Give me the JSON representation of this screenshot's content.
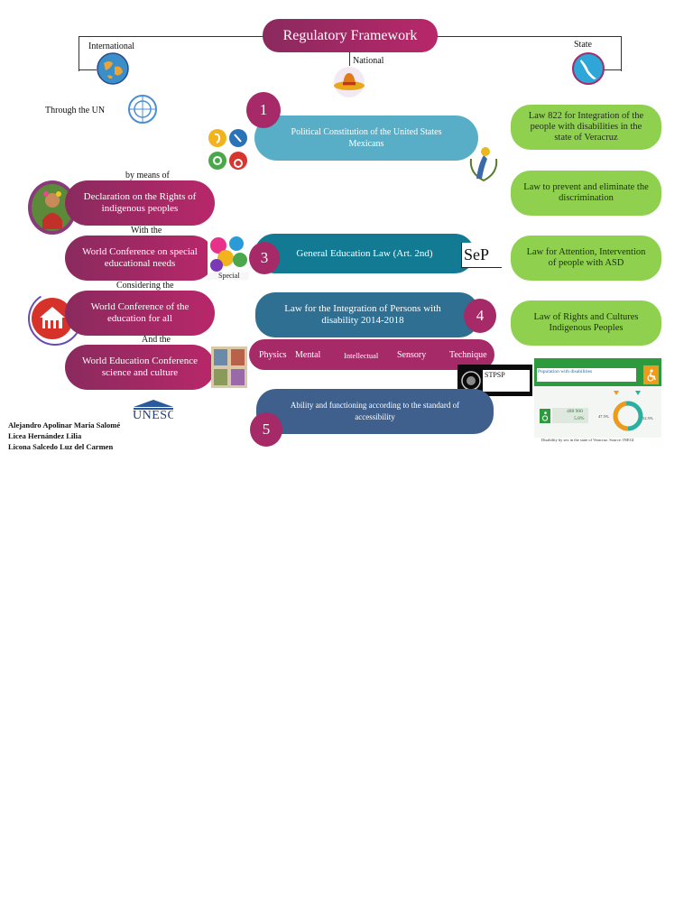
{
  "title": "Regulatory Framework",
  "levels": {
    "international": "International",
    "national": "National",
    "state": "State"
  },
  "left": {
    "through_un": "Through the UN",
    "by_means_of": "by means of",
    "with_the": "With the",
    "considering_the": "Considering the",
    "and_the": "And the",
    "items": [
      "Declaration on the Rights of indigenous peoples",
      "World Conference on special educational needs",
      "World Conference of the education for all",
      "World Education Conference science and culture"
    ]
  },
  "center": {
    "items": [
      {
        "number": "1",
        "text": "Political Constitution of the United States Mexicans"
      },
      {
        "number": "3",
        "text": "General Education Law (Art. 2nd)"
      },
      {
        "number": "4",
        "text": "Law for the Integration of Persons with disability 2014-2018"
      },
      {
        "number": "5",
        "text": "Ability and functioning according to the standard of accessibility"
      }
    ],
    "disability_types": [
      "Physics",
      "Mental",
      "Intellectual",
      "Sensory",
      "Technique"
    ]
  },
  "right": {
    "items": [
      "Law 822 for Integration of the people with disabilities in the state of Veracruz",
      "Law to prevent and eliminate the discrimination",
      "Law for Attention, Intervention of people with ASD",
      "Law of Rights and Cultures Indigenous Peoples"
    ]
  },
  "logos": {
    "sep": "SeP",
    "unesco": "UNESCO",
    "stps": "STPSP",
    "special": "Special"
  },
  "authors": [
    "Alejandro Apolinar Maria Salomé",
    "Licea Hernández Lilia",
    "Licona Salcedo Luz del Carmen"
  ],
  "infographic": {
    "heading": "Population with disabilities",
    "count": "488 900",
    "percent": "5.8%",
    "female": "47.5%",
    "male": "52.5%",
    "caption": "Disability by sex in the state of Veracruz. Source: INEGI"
  },
  "colors": {
    "maroon": "#a52a67",
    "green": "#8fd14f",
    "cyan": "#58aec6",
    "teal": "#127a93"
  }
}
